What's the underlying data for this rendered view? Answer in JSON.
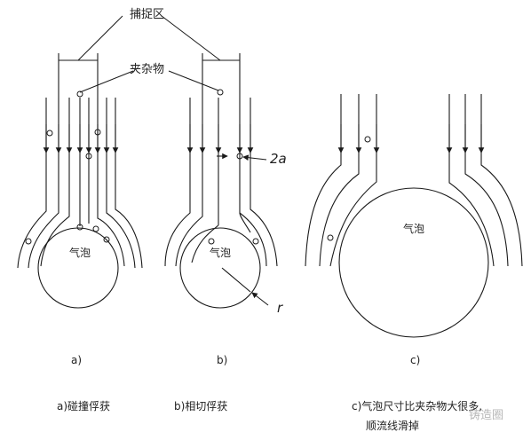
{
  "labels": {
    "capture_zone": "捕捉区",
    "inclusion": "夹杂物",
    "bubble_a": "气泡",
    "bubble_b": "气泡",
    "bubble_c": "气泡",
    "dim_2a": "2a",
    "dim_r": "r",
    "sub_a": "a)",
    "sub_b": "b)",
    "sub_c": "c)"
  },
  "captions": {
    "a": "a)碰撞俘获",
    "b": "b)相切俘获",
    "c_line1": "c)气泡尺寸比夹杂物大很多,",
    "c_line2": "顺流线滑掉"
  },
  "watermark": "铸造圈",
  "colors": {
    "line": "#1a1a1a",
    "text": "#222222"
  }
}
